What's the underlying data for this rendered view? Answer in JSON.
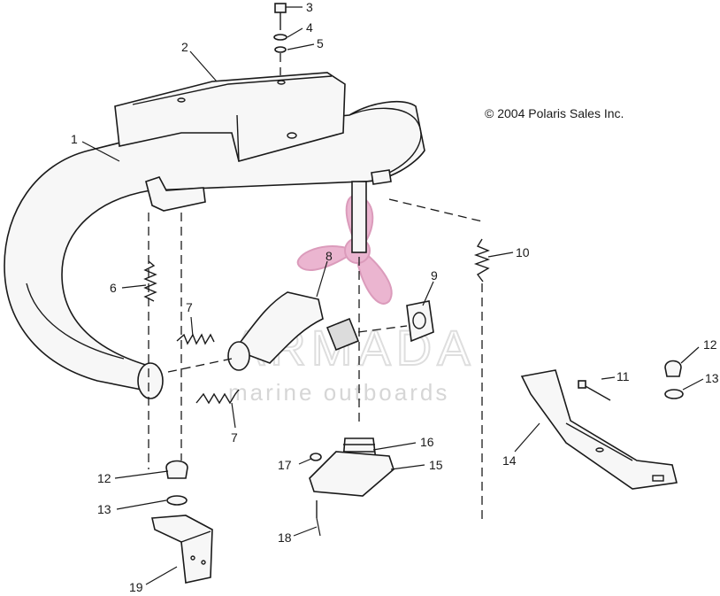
{
  "copyright": "© 2004 Polaris Sales Inc.",
  "watermark": {
    "name": "ARMADA",
    "tagline": "marine outboards",
    "logo_color": "#e8a9c8"
  },
  "callouts": [
    "1",
    "2",
    "3",
    "4",
    "5",
    "6",
    "7",
    "7",
    "8",
    "9",
    "10",
    "11",
    "12",
    "12",
    "13",
    "13",
    "14",
    "15",
    "16",
    "17",
    "18",
    "19"
  ]
}
